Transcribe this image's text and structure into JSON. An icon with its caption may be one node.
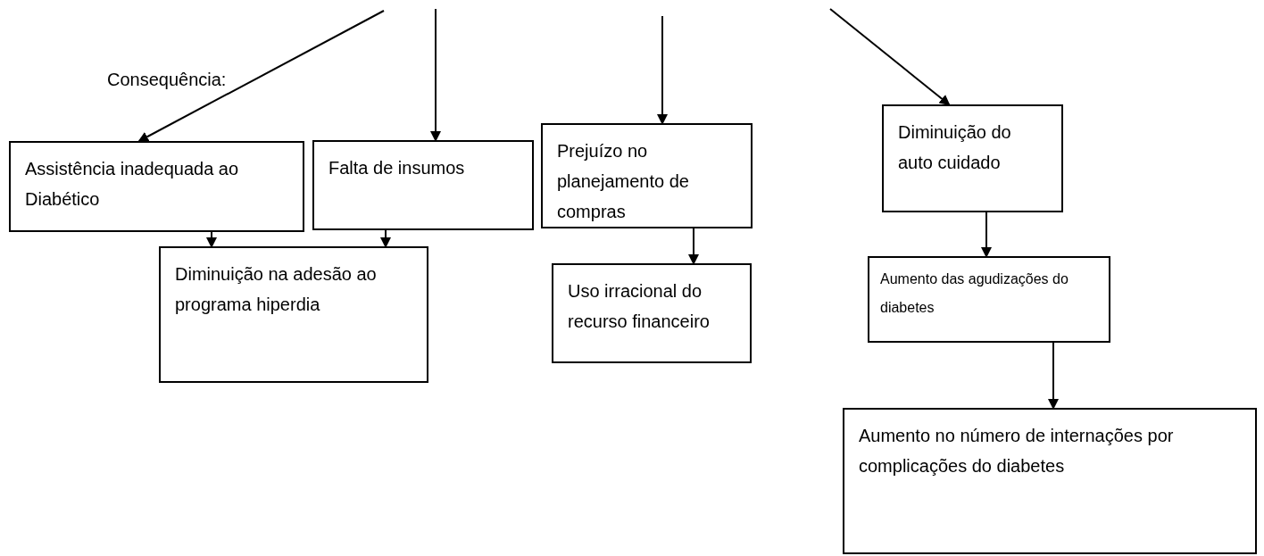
{
  "diagram": {
    "nodes": [
      {
        "text": [
          "Assistência inadequada ao Diabético"
        ]
      },
      {
        "text": [
          "Falta de insumos"
        ]
      },
      {
        "text": [
          "Prejuízo no planejamento de compras"
        ]
      },
      {
        "text": [
          "Diminuição do auto cuidado"
        ]
      },
      {
        "text": [
          "Diminuição na adesão ao programa hiperdia"
        ]
      },
      {
        "text": [
          "Uso irracional do recurso financeiro"
        ]
      },
      {
        "text": [
          "Aumento das agudizações do diabetes"
        ]
      },
      {
        "text": [
          "Aumento no número de internações por complicações do diabetes"
        ]
      }
    ],
    "edges": [
      {
        "from": null,
        "to": 0,
        "arrow": "to"
      },
      {
        "from": null,
        "to": 1,
        "arrow": "to"
      },
      {
        "from": null,
        "to": 2,
        "arrow": "to"
      },
      {
        "from": null,
        "to": 3,
        "arrow": "to"
      },
      {
        "from": 0,
        "to": 4,
        "arrow": "to"
      },
      {
        "from": 1,
        "to": 4,
        "arrow": "to"
      },
      {
        "from": 2,
        "to": 5,
        "arrow": "to"
      },
      {
        "from": 3,
        "to": 6,
        "arrow": "to"
      },
      {
        "from": 6,
        "to": 7,
        "arrow": "to"
      }
    ],
    "labels": [
      "Consequência:"
    ]
  }
}
